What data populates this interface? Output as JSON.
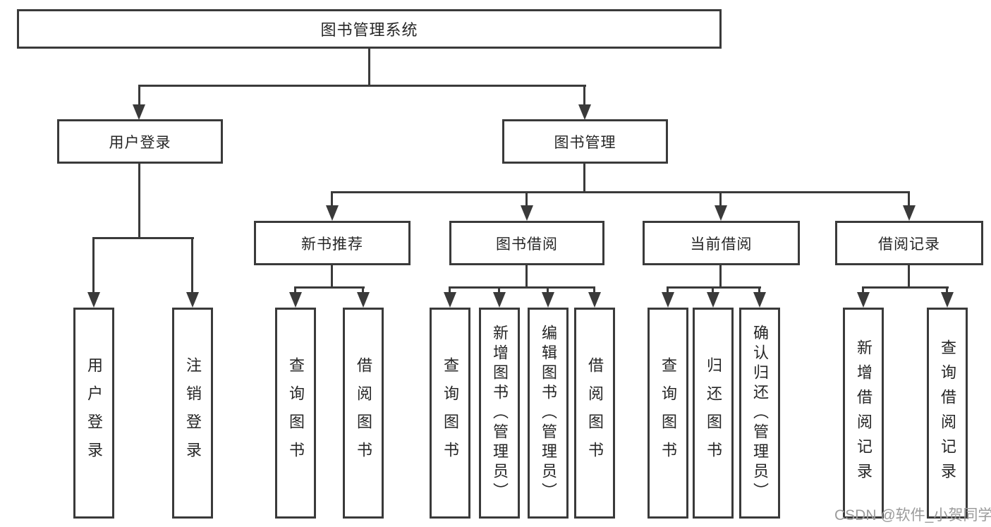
{
  "diagram": {
    "root": {
      "label": "图书管理系统"
    },
    "level2": [
      {
        "label": "用户登录"
      },
      {
        "label": "图书管理"
      }
    ],
    "level3": [
      {
        "label": "新书推荐"
      },
      {
        "label": "图书借阅"
      },
      {
        "label": "当前借阅"
      },
      {
        "label": "借阅记录"
      }
    ],
    "leaves": {
      "user_login": [
        "用户登录",
        "注销登录"
      ],
      "new_books": [
        "查询图书",
        "借阅图书"
      ],
      "book_borrow": [
        "查询图书",
        "新增图书（管理员）",
        "编辑图书（管理员）",
        "借阅图书"
      ],
      "current_borrow": [
        "查询图书",
        "归还图书",
        "确认归还（管理员）"
      ],
      "borrow_records": [
        "新增借阅记录",
        "查询借阅记录"
      ]
    }
  },
  "watermark": {
    "text": "CSDN @软件_小贺同学"
  },
  "colors": {
    "line": "#3a3a3a",
    "text": "#262626",
    "background": "#ffffff",
    "watermark": "#9b9b9b"
  }
}
